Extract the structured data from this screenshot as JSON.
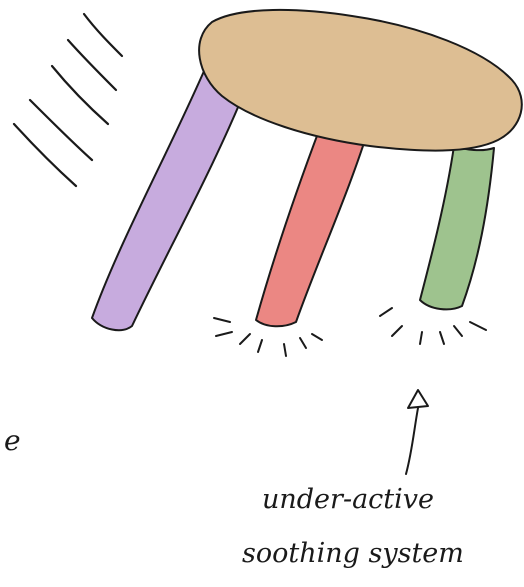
{
  "labels": {
    "edge_letter": "e",
    "caption_line1": "under-active",
    "caption_line2": "soothing system"
  },
  "colors": {
    "seat": "#DDBE93",
    "leg_left": "#C7ABDE",
    "leg_middle": "#EB8783",
    "leg_right": "#9EC38E",
    "ink": "#1a1a1a"
  },
  "icons": {
    "arrow": "up-arrow-icon"
  }
}
